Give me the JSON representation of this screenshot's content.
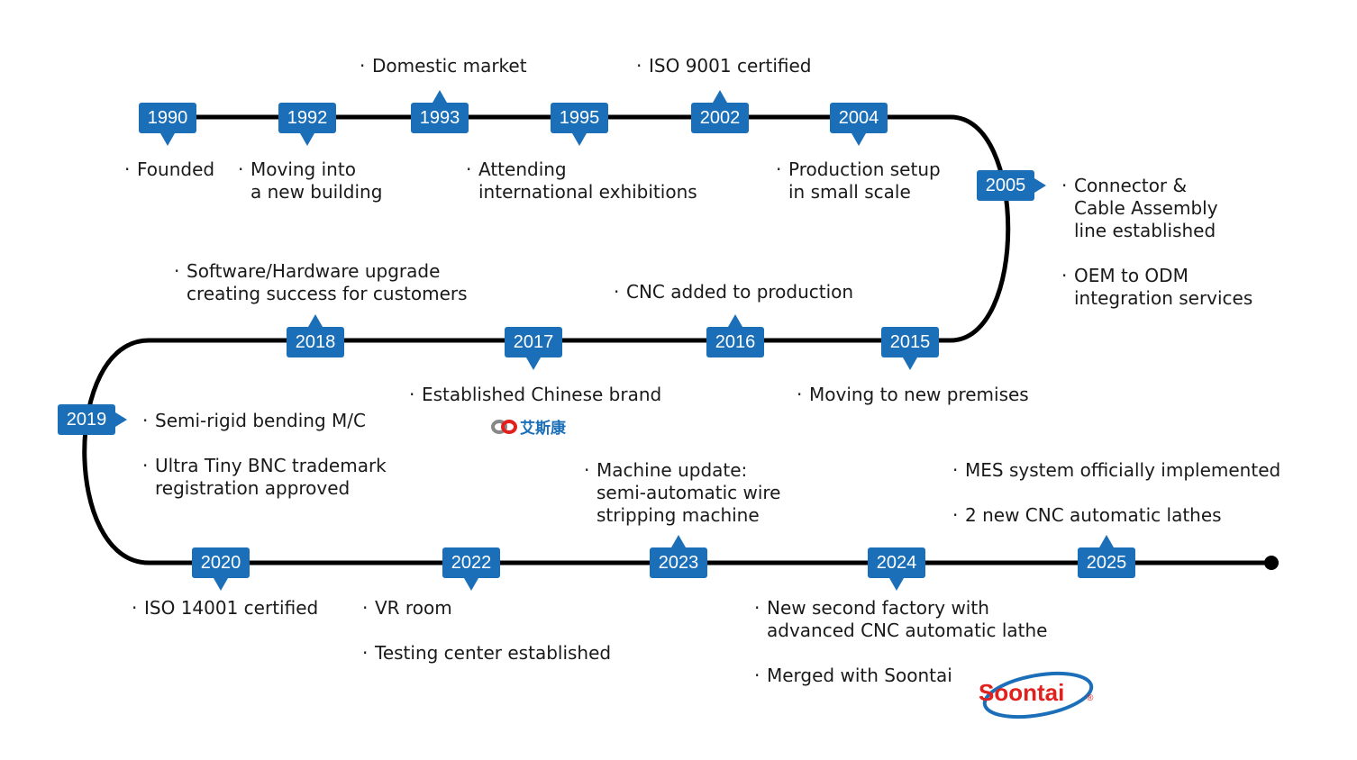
{
  "milestones": [
    {
      "year": "1990",
      "notes": [
        [
          "Founded"
        ]
      ]
    },
    {
      "year": "1992",
      "notes": [
        [
          "Moving into",
          "a new building"
        ]
      ]
    },
    {
      "year": "1993",
      "notes": [
        [
          "Domestic market"
        ]
      ]
    },
    {
      "year": "1995",
      "notes": [
        [
          "Attending",
          "international exhibitions"
        ]
      ]
    },
    {
      "year": "2002",
      "notes": [
        [
          "ISO 9001 certified"
        ]
      ]
    },
    {
      "year": "2004",
      "notes": [
        [
          "Production setup",
          "in small scale"
        ]
      ]
    },
    {
      "year": "2005",
      "notes": [
        [
          "Connector &",
          "Cable Assembly",
          "line established"
        ],
        [
          "OEM to ODM",
          "integration services"
        ]
      ]
    },
    {
      "year": "2015",
      "notes": [
        [
          "Moving to new premises"
        ]
      ]
    },
    {
      "year": "2016",
      "notes": [
        [
          "CNC added to production"
        ]
      ]
    },
    {
      "year": "2017",
      "notes": [
        [
          "Established  Chinese brand"
        ]
      ]
    },
    {
      "year": "2018",
      "notes": [
        [
          "Software/Hardware upgrade",
          "creating success for customers"
        ]
      ]
    },
    {
      "year": "2019",
      "notes": [
        [
          "Semi-rigid bending M/C"
        ],
        [
          "Ultra Tiny BNC trademark",
          "registration approved"
        ]
      ]
    },
    {
      "year": "2020",
      "notes": [
        [
          "ISO 14001 certified"
        ]
      ]
    },
    {
      "year": "2022",
      "notes": [
        [
          "VR room"
        ],
        [
          "Testing center established"
        ]
      ]
    },
    {
      "year": "2023",
      "notes": [
        [
          "Machine update:",
          "semi-automatic wire",
          "stripping machine"
        ]
      ]
    },
    {
      "year": "2024",
      "notes": [
        [
          "New second factory with",
          "advanced CNC automatic lathe"
        ],
        [
          "Merged with Soontai"
        ]
      ]
    },
    {
      "year": "2025",
      "notes": [
        [
          "MES system officially implemented"
        ],
        [
          "2 new CNC automatic lathes"
        ]
      ]
    }
  ],
  "logos": {
    "chinese_brand": "艾斯康",
    "soontai": "Soontai",
    "soontai_mark": "®"
  },
  "colors": {
    "badge": "#1b6fb8",
    "line": "#000000",
    "logo_red": "#e0211d",
    "logo_blue": "#1b6fb8"
  }
}
